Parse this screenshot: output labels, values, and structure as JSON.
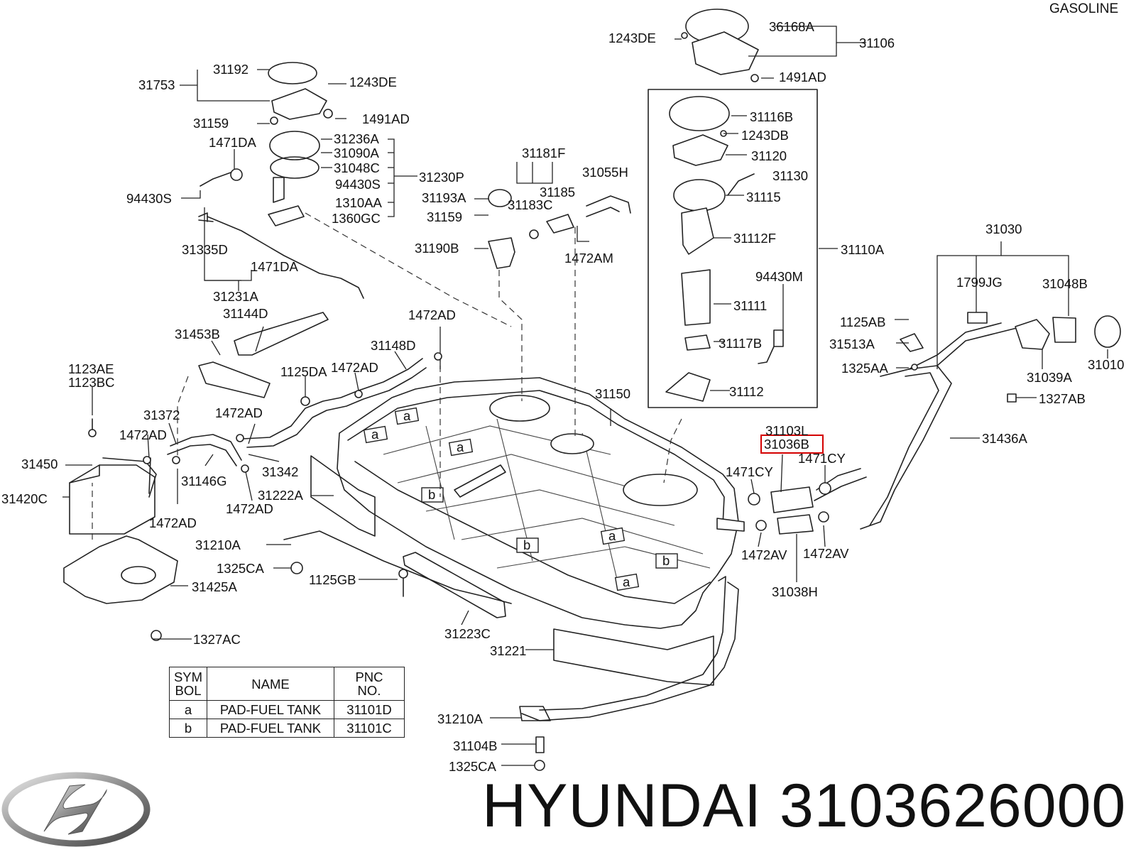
{
  "header": {
    "fuel_type": "GASOLINE"
  },
  "callouts": {
    "36168A": "36168A",
    "31106": "31106",
    "1243DE_top": "1243DE",
    "1491AD_top": "1491AD",
    "31753": "31753",
    "31192": "31192",
    "1243DE_left": "1243DE",
    "31159_left": "31159",
    "1491AD_left": "1491AD",
    "1471DA_top": "1471DA",
    "31236A": "31236A",
    "31090A": "31090A",
    "31048C": "31048C",
    "94430S_right": "94430S",
    "1310AA": "1310AA",
    "1360GC": "1360GC",
    "31230P": "31230P",
    "94430S_left": "94430S",
    "31335D": "31335D",
    "1471DA_bottom": "1471DA",
    "31231A": "31231A",
    "31181F": "31181F",
    "31055H": "31055H",
    "31193A": "31193A",
    "31185": "31185",
    "31183C": "31183C",
    "31159_mid": "31159",
    "31190B": "31190B",
    "1472AM": "1472AM",
    "31116B": "31116B",
    "1243DB": "1243DB",
    "31120": "31120",
    "31130": "31130",
    "31115": "31115",
    "31112F": "31112F",
    "31110A": "31110A",
    "94430M": "94430M",
    "31111": "31111",
    "31117B": "31117B",
    "31112": "31112",
    "31030": "31030",
    "1799JG": "1799JG",
    "31048B": "31048B",
    "1125AB": "1125AB",
    "31513A": "31513A",
    "1325AA": "1325AA",
    "31039A": "31039A",
    "31010": "31010",
    "1327AB": "1327AB",
    "31436A": "31436A",
    "31144D": "31144D",
    "31453B": "31453B",
    "1472AD_a": "1472AD",
    "31148D": "31148D",
    "1125DA": "1125DA",
    "1472AD_b": "1472AD",
    "1123AE": "1123AE",
    "1123BC": "1123BC",
    "31372": "31372",
    "1472AD_c": "1472AD",
    "1472AD_d": "1472AD",
    "31450": "31450",
    "31342": "31342",
    "31146G": "31146G",
    "31420C": "31420C",
    "31222A": "31222A",
    "1472AD_e": "1472AD",
    "1472AD_f": "1472AD",
    "31150": "31150",
    "31103L": "31103L",
    "31036B": "31036B",
    "1471CY_a": "1471CY",
    "1471CY_b": "1471CY",
    "1472AV_a": "1472AV",
    "1472AV_b": "1472AV",
    "31038H": "31038H",
    "31210A_a": "31210A",
    "1325CA_a": "1325CA",
    "1125GB": "1125GB",
    "31425A": "31425A",
    "1327AC": "1327AC",
    "31223C": "31223C",
    "31221": "31221",
    "31210A_b": "31210A",
    "31104B": "31104B",
    "1325CA_b": "1325CA"
  },
  "pad_symbols": {
    "a": "a",
    "b": "b"
  },
  "legend": {
    "headers": {
      "symbol_line1": "SYM",
      "symbol_line2": "BOL",
      "name": "NAME",
      "pnc_line1": "PNC",
      "pnc_line2": "NO."
    },
    "rows": [
      {
        "symbol": "a",
        "name": "PAD-FUEL TANK",
        "pnc": "31101D"
      },
      {
        "symbol": "b",
        "name": "PAD-FUEL TANK",
        "pnc": "31101C"
      }
    ]
  },
  "footer": {
    "brand": "HYUNDAI",
    "part_number": "3103626000",
    "logo_icon": "hyundai-logo-icon"
  },
  "highlight": {
    "part": "31036B",
    "color": "#d40000"
  }
}
